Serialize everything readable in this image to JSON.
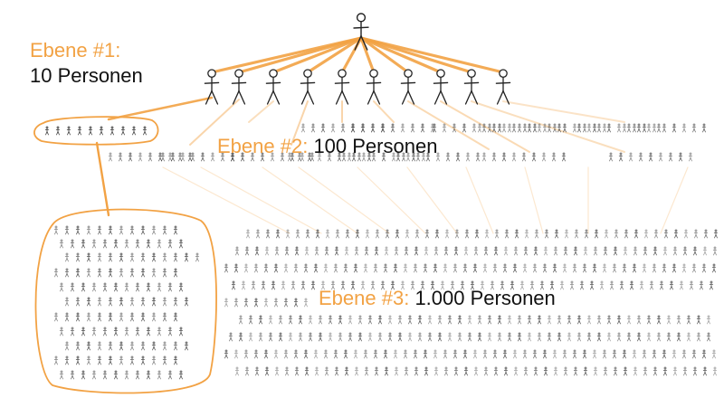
{
  "accent_color": "#f2a244",
  "line_color": "#f2a244",
  "figure_color": "#222222",
  "levels": [
    {
      "title": "Ebene #1:",
      "count_text": "10 Personen",
      "people": 10
    },
    {
      "title": "Ebene #2:",
      "count_text": "100 Personen",
      "people": 100
    },
    {
      "title": "Ebene #3:",
      "count_text": "1.000 Personen",
      "people": 1000
    }
  ],
  "icons": {
    "person": "stick-figure-icon"
  }
}
